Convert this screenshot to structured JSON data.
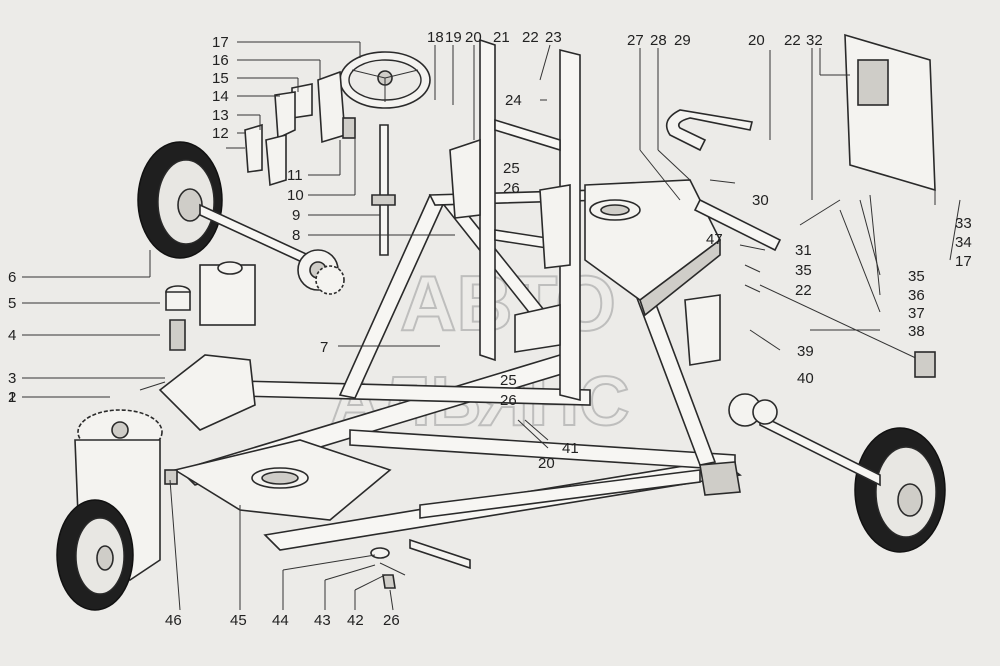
{
  "watermark": {
    "line1": "АВТО",
    "line2": "АЛЬЯНС"
  },
  "callouts": [
    {
      "id": "c17a",
      "text": "17"
    },
    {
      "id": "c16",
      "text": "16"
    },
    {
      "id": "c15",
      "text": "15"
    },
    {
      "id": "c14",
      "text": "14"
    },
    {
      "id": "c13",
      "text": "13"
    },
    {
      "id": "c12",
      "text": "12"
    },
    {
      "id": "c11",
      "text": "11"
    },
    {
      "id": "c10",
      "text": "10"
    },
    {
      "id": "c9",
      "text": "9"
    },
    {
      "id": "c8",
      "text": "8"
    },
    {
      "id": "c7",
      "text": "7"
    },
    {
      "id": "c6",
      "text": "6"
    },
    {
      "id": "c5",
      "text": "5"
    },
    {
      "id": "c4",
      "text": "4"
    },
    {
      "id": "c3",
      "text": "3"
    },
    {
      "id": "c2",
      "text": "2"
    },
    {
      "id": "c1",
      "text": "1"
    },
    {
      "id": "c18",
      "text": "18"
    },
    {
      "id": "c19",
      "text": "19"
    },
    {
      "id": "c20a",
      "text": "20"
    },
    {
      "id": "c21",
      "text": "21"
    },
    {
      "id": "c22a",
      "text": "22"
    },
    {
      "id": "c23",
      "text": "23"
    },
    {
      "id": "c24",
      "text": "24"
    },
    {
      "id": "c25a",
      "text": "25"
    },
    {
      "id": "c26a",
      "text": "26"
    },
    {
      "id": "c27",
      "text": "27"
    },
    {
      "id": "c28",
      "text": "28"
    },
    {
      "id": "c29",
      "text": "29"
    },
    {
      "id": "c20b",
      "text": "20"
    },
    {
      "id": "c22b",
      "text": "22"
    },
    {
      "id": "c32",
      "text": "32"
    },
    {
      "id": "c30",
      "text": "30"
    },
    {
      "id": "c47",
      "text": "47"
    },
    {
      "id": "c31",
      "text": "31"
    },
    {
      "id": "c35a",
      "text": "35"
    },
    {
      "id": "c22c",
      "text": "22"
    },
    {
      "id": "c33",
      "text": "33"
    },
    {
      "id": "c34",
      "text": "34"
    },
    {
      "id": "c17b",
      "text": "17"
    },
    {
      "id": "c35b",
      "text": "35"
    },
    {
      "id": "c36",
      "text": "36"
    },
    {
      "id": "c37",
      "text": "37"
    },
    {
      "id": "c38",
      "text": "38"
    },
    {
      "id": "c39",
      "text": "39"
    },
    {
      "id": "c40",
      "text": "40"
    },
    {
      "id": "c25b",
      "text": "25"
    },
    {
      "id": "c26b",
      "text": "26"
    },
    {
      "id": "c41",
      "text": "41"
    },
    {
      "id": "c20c",
      "text": "20"
    },
    {
      "id": "c46",
      "text": "46"
    },
    {
      "id": "c45",
      "text": "45"
    },
    {
      "id": "c44",
      "text": "44"
    },
    {
      "id": "c43",
      "text": "43"
    },
    {
      "id": "c42",
      "text": "42"
    },
    {
      "id": "c26c",
      "text": "26"
    }
  ]
}
